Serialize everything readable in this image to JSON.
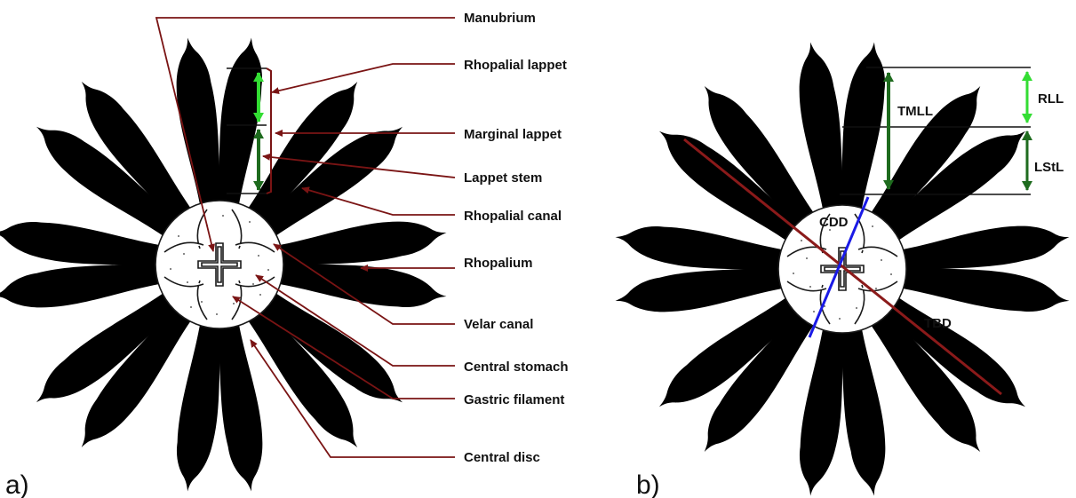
{
  "panel_a": {
    "panel_label": "a)",
    "labels": [
      "Manubrium",
      "Rhopalial lappet",
      "Marginal lappet",
      "Lappet stem",
      "Rhopalial canal",
      "Rhopalium",
      "Velar canal",
      "Central stomach",
      "Gastric filament",
      "Central disc"
    ]
  },
  "panel_b": {
    "panel_label": "b)",
    "measures": {
      "rll": "RLL",
      "lstl": "LStL",
      "tmll": "TMLL",
      "cdd": "CDD",
      "tbd": "TBD"
    }
  },
  "colors": {
    "leader": "#7a1414",
    "dark_green": "#1e6b1e",
    "light_green": "#33dd33",
    "blue": "#1a1ae6",
    "tbd_line": "#8b1a1a"
  }
}
